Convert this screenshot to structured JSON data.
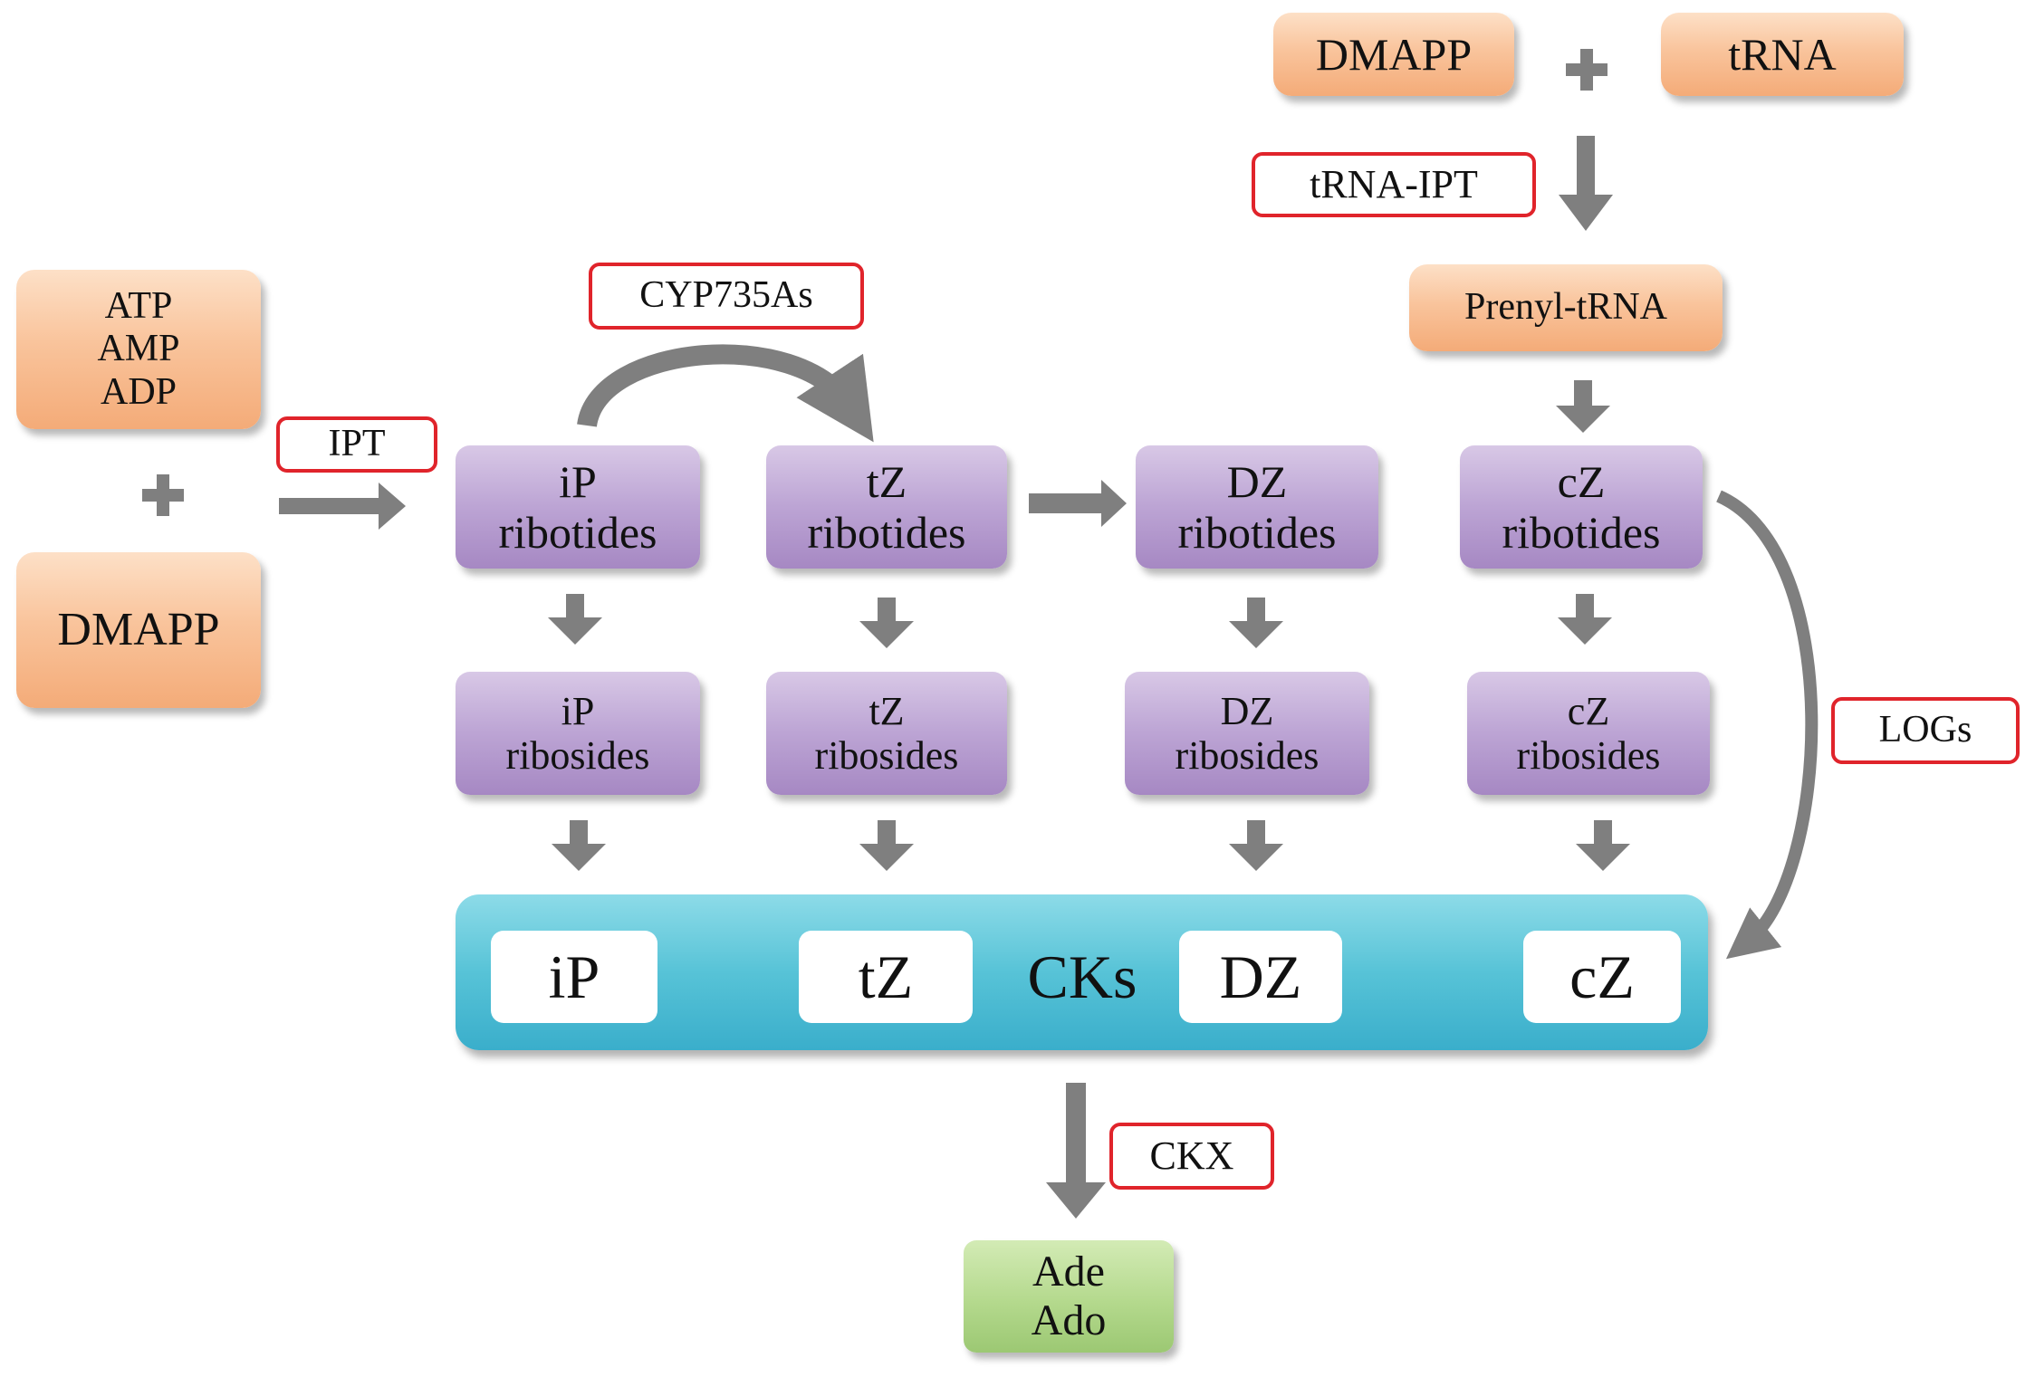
{
  "substrates": {
    "nucleotides": [
      "ATP",
      "AMP",
      "ADP"
    ],
    "dmapp_left": "DMAPP",
    "dmapp_top": "DMAPP",
    "trna": "tRNA",
    "prenyl_trna": "Prenyl-tRNA"
  },
  "enzymes": {
    "ipt": "IPT",
    "cyp735as": "CYP735As",
    "trna_ipt": "tRNA-IPT",
    "logs": "LOGs",
    "ckx": "CKX"
  },
  "ribotides": [
    {
      "name": "iP",
      "label": "ribotides"
    },
    {
      "name": "tZ",
      "label": "ribotides"
    },
    {
      "name": "DZ",
      "label": "ribotides"
    },
    {
      "name": "cZ",
      "label": "ribotides"
    }
  ],
  "ribosides": [
    {
      "name": "iP",
      "label": "ribosides"
    },
    {
      "name": "tZ",
      "label": "ribosides"
    },
    {
      "name": "DZ",
      "label": "ribosides"
    },
    {
      "name": "cZ",
      "label": "ribosides"
    }
  ],
  "cks": {
    "title": "CKs",
    "items": [
      "iP",
      "tZ",
      "DZ",
      "cZ"
    ]
  },
  "products": [
    "Ade",
    "Ado"
  ],
  "colors": {
    "substrate": "#f7b88a",
    "intermediate": "#bca4d4",
    "enzyme_border": "#e0242b",
    "cks_band": "#57c3d7",
    "product": "#b4d98d",
    "arrow": "#7f7f7f"
  }
}
